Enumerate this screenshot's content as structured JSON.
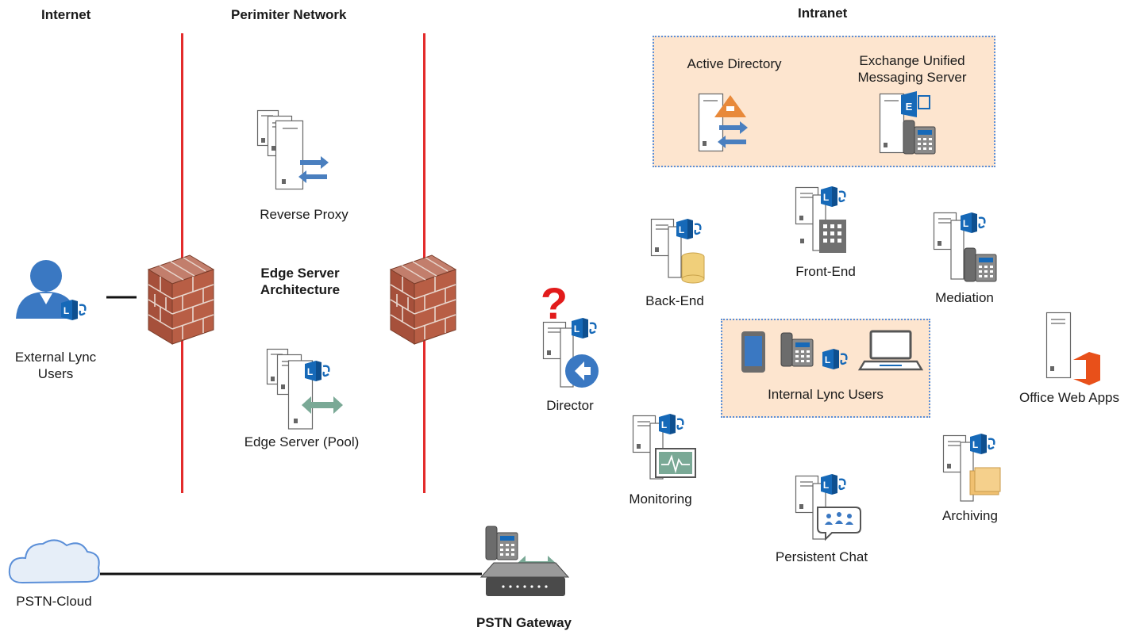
{
  "zones": {
    "internet": "Internet",
    "perimeter": "Perimiter Network",
    "intranet": "Intranet"
  },
  "nodes": {
    "external_users": "External Lync\nUsers",
    "reverse_proxy": "Reverse Proxy",
    "edge_arch": "Edge Server\nArchitecture",
    "edge_pool": "Edge Server (Pool)",
    "director": "Director",
    "active_directory": "Active Directory",
    "exchange_um": "Exchange Unified\nMessaging Server",
    "front_end": "Front-End",
    "back_end": "Back-End",
    "mediation": "Mediation",
    "internal_users": "Internal Lync Users",
    "office_web_apps": "Office Web Apps",
    "monitoring": "Monitoring",
    "archiving": "Archiving",
    "persistent_chat": "Persistent Chat",
    "pstn_cloud": "PSTN-Cloud",
    "pstn_gateway": "PSTN Gateway"
  },
  "colors": {
    "boundary": "#e32b2b",
    "lync_blue": "#1669b8",
    "arrow_blue": "#4a7fbf",
    "arrow_green": "#7aa996",
    "zone_fill": "#fde5cf",
    "zone_border": "#5b8fd8",
    "question_mark": "#e21b1b",
    "office_orange": "#e8501a"
  },
  "icons": {
    "user": "user-icon",
    "firewall": "firewall-icon",
    "server": "server-icon",
    "lync": "lync-icon",
    "cloud": "cloud-icon",
    "gateway": "pstn-gateway-icon",
    "unknown": "question-mark-icon"
  }
}
